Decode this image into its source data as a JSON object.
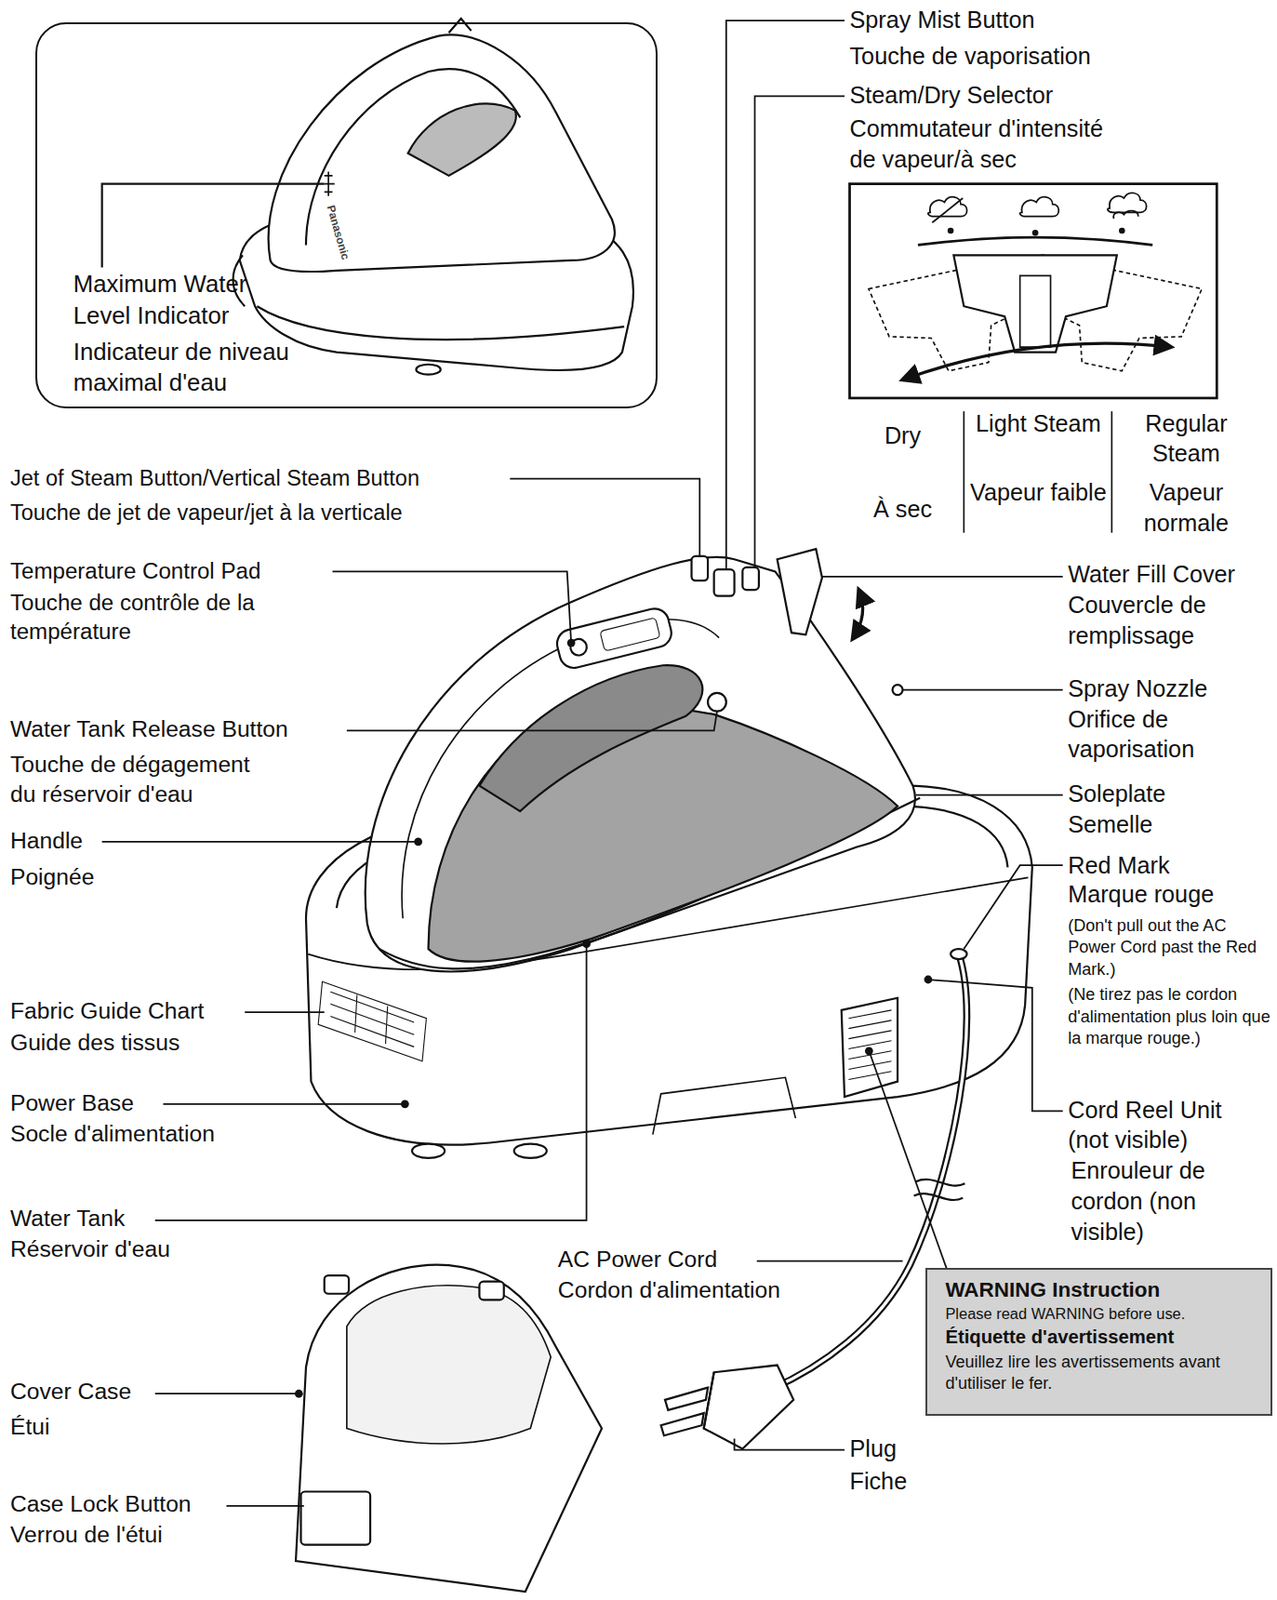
{
  "diagram": {
    "nodes": [
      {
        "text": [
          "Maximum Water Level Indicator",
          "Indicateur de niveau maximal d'eau"
        ]
      },
      {
        "text": [
          "WARNING Instruction",
          "Please read WARNING before use.",
          "Étiquette d'avertissement",
          "Veuillez lire les avertissements avant d'utiliser le fer."
        ]
      }
    ],
    "labels": [
      "Spray Mist Button",
      "Touche de vaporisation",
      "Steam/Dry Selector",
      "Commutateur d'intensité de vapeur/à sec",
      "Dry",
      "À sec",
      "Light Steam",
      "Vapeur faible",
      "Regular Steam",
      "Vapeur normale",
      "Jet of Steam Button/Vertical Steam Button",
      "Touche de jet de vapeur/jet à la verticale",
      "Temperature Control Pad",
      "Touche de contrôle de la température",
      "Water Fill Cover",
      "Couvercle de remplissage",
      "Water Tank Release Button",
      "Touche de dégagement du réservoir d'eau",
      "Spray Nozzle",
      "Orifice de vaporisation",
      "Handle",
      "Poignée",
      "Soleplate",
      "Semelle",
      "Red Mark",
      "Marque rouge",
      "(Don't pull out the AC Power Cord past the Red Mark.)",
      "(Ne tirez pas le cordon d'alimentation plus loin que la marque rouge.)",
      "Fabric Guide Chart",
      "Guide des tissus",
      "Power Base",
      "Socle d'alimentation",
      "Cord Reel Unit (not visible)",
      "Enrouleur de cordon (non visible)",
      "Water Tank",
      "Réservoir d'eau",
      "AC Power Cord",
      "Cordon d'alimentation",
      "Cover Case",
      "Étui",
      "Case Lock Button",
      "Verrou de l'étui",
      "Plug",
      "Fiche",
      "Panasonic"
    ]
  }
}
